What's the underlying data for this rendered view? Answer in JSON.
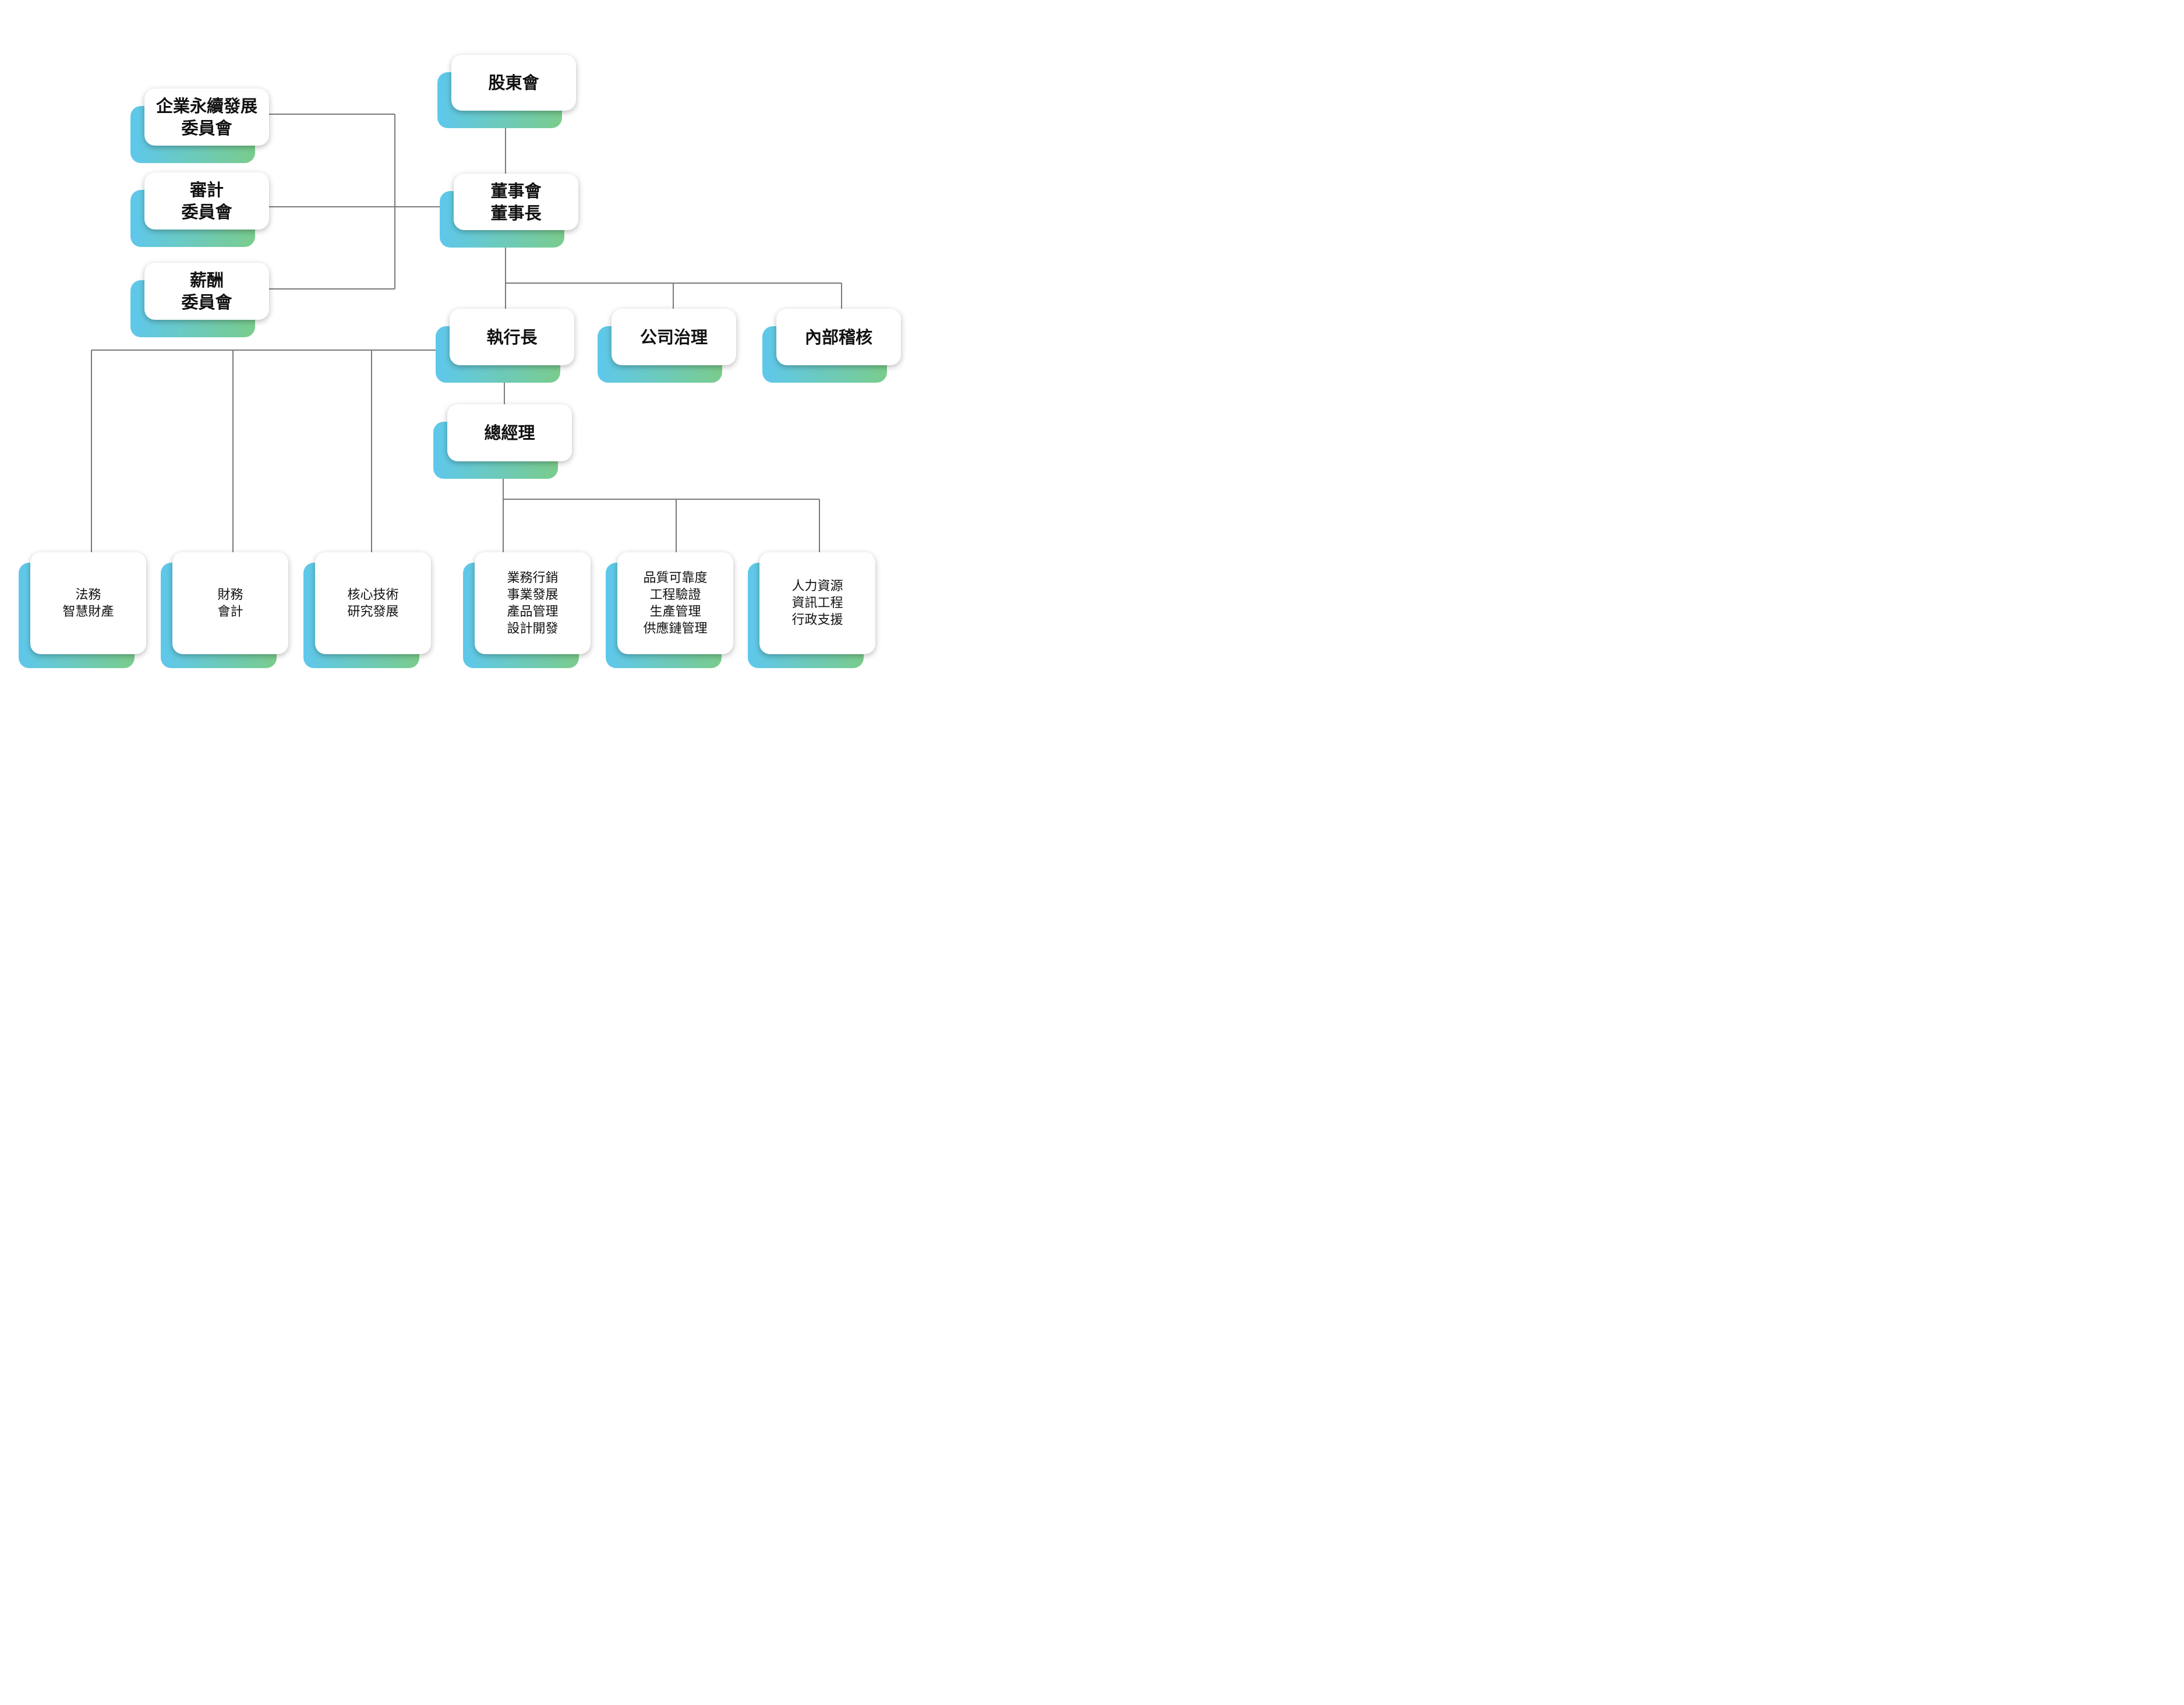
{
  "nodes": {
    "shareholders": "股東會",
    "board": "董事會\n董事長",
    "csr_committee": "企業永續發展\n委員會",
    "audit_committee": "審計\n委員會",
    "compensation_committee": "薪酬\n委員會",
    "ceo": "執行長",
    "corporate_governance": "公司治理",
    "internal_audit": "內部稽核",
    "general_manager": "總經理",
    "legal_ip": "法務\n智慧財產",
    "finance_accounting": "財務\n會計",
    "core_tech_rd": "核心技術\n研究發展",
    "sales_marketing": "業務行銷\n事業發展\n產品管理\n設計開發",
    "quality_reliability": "品質可靠度\n工程驗證\n生產管理\n供應鏈管理",
    "hr_it_admin": "人力資源\n資訊工程\n行政支援"
  },
  "colors": {
    "gradient_start": "#5ec8ec",
    "gradient_end": "#7acc8c",
    "connector": "#7a7a7a"
  }
}
